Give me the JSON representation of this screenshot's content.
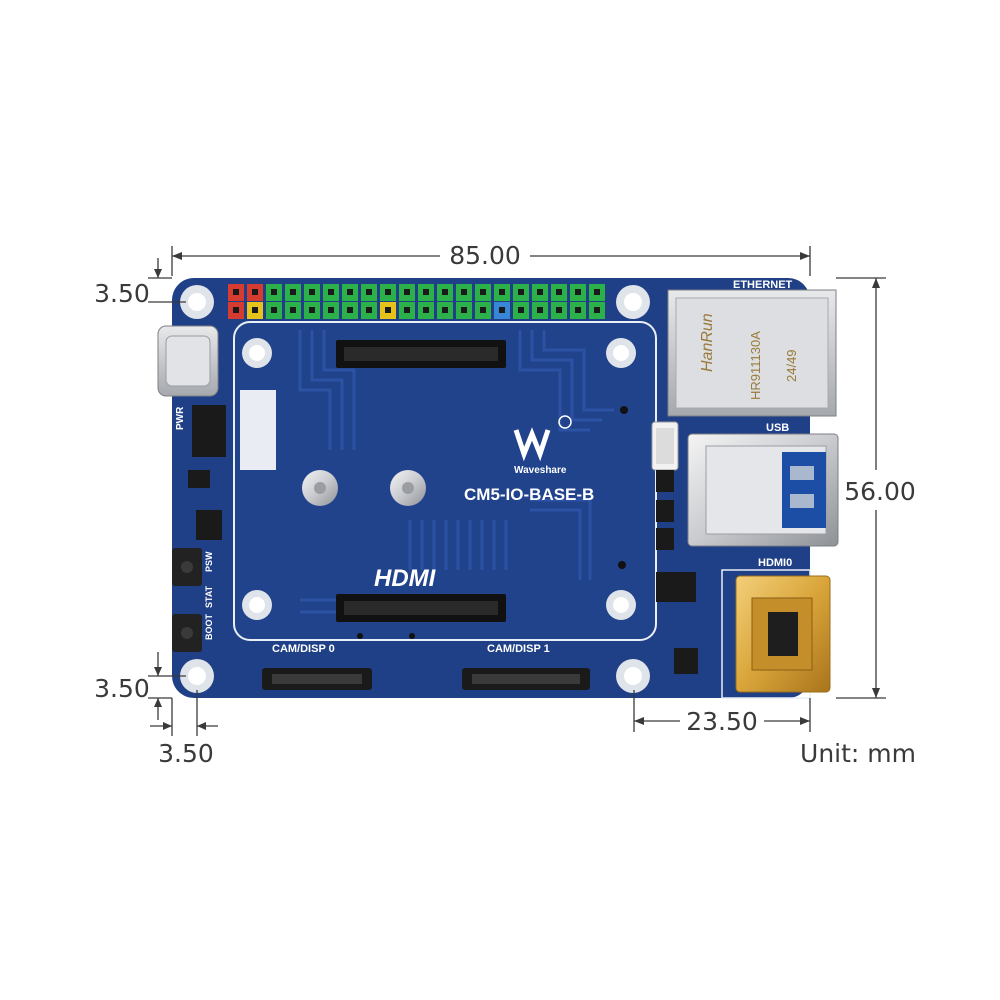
{
  "dimensions": {
    "width": "85.00",
    "height": "56.00",
    "top_hole_offset": "3.50",
    "bottom_hole_offset": "3.50",
    "left_hole_offset": "3.50",
    "right_hole_spacing": "23.50",
    "unit": "Unit: mm"
  },
  "board": {
    "name": "CM5-IO-BASE-B",
    "brand": "Waveshare",
    "hdmi_logo": "HDMI",
    "colors": {
      "pcb": "#1f3f86",
      "pcb_dark": "#163273",
      "trace": "#2a4f9c",
      "silk": "#ffffff",
      "header": "#2bb04a",
      "gold": "#d9a53a"
    }
  },
  "labels": {
    "ethernet": "ETHERNET",
    "usb": "USB",
    "hdmi0": "HDMI0",
    "cam0": "CAM/DISP 0",
    "cam1": "CAM/DISP 1",
    "pwr": "PWR",
    "psw": "PSW",
    "stat": "STAT",
    "boot": "BOOT"
  },
  "rj45": {
    "line1": "HR911130A",
    "line2": "24/49",
    "maker": "HanRun"
  }
}
